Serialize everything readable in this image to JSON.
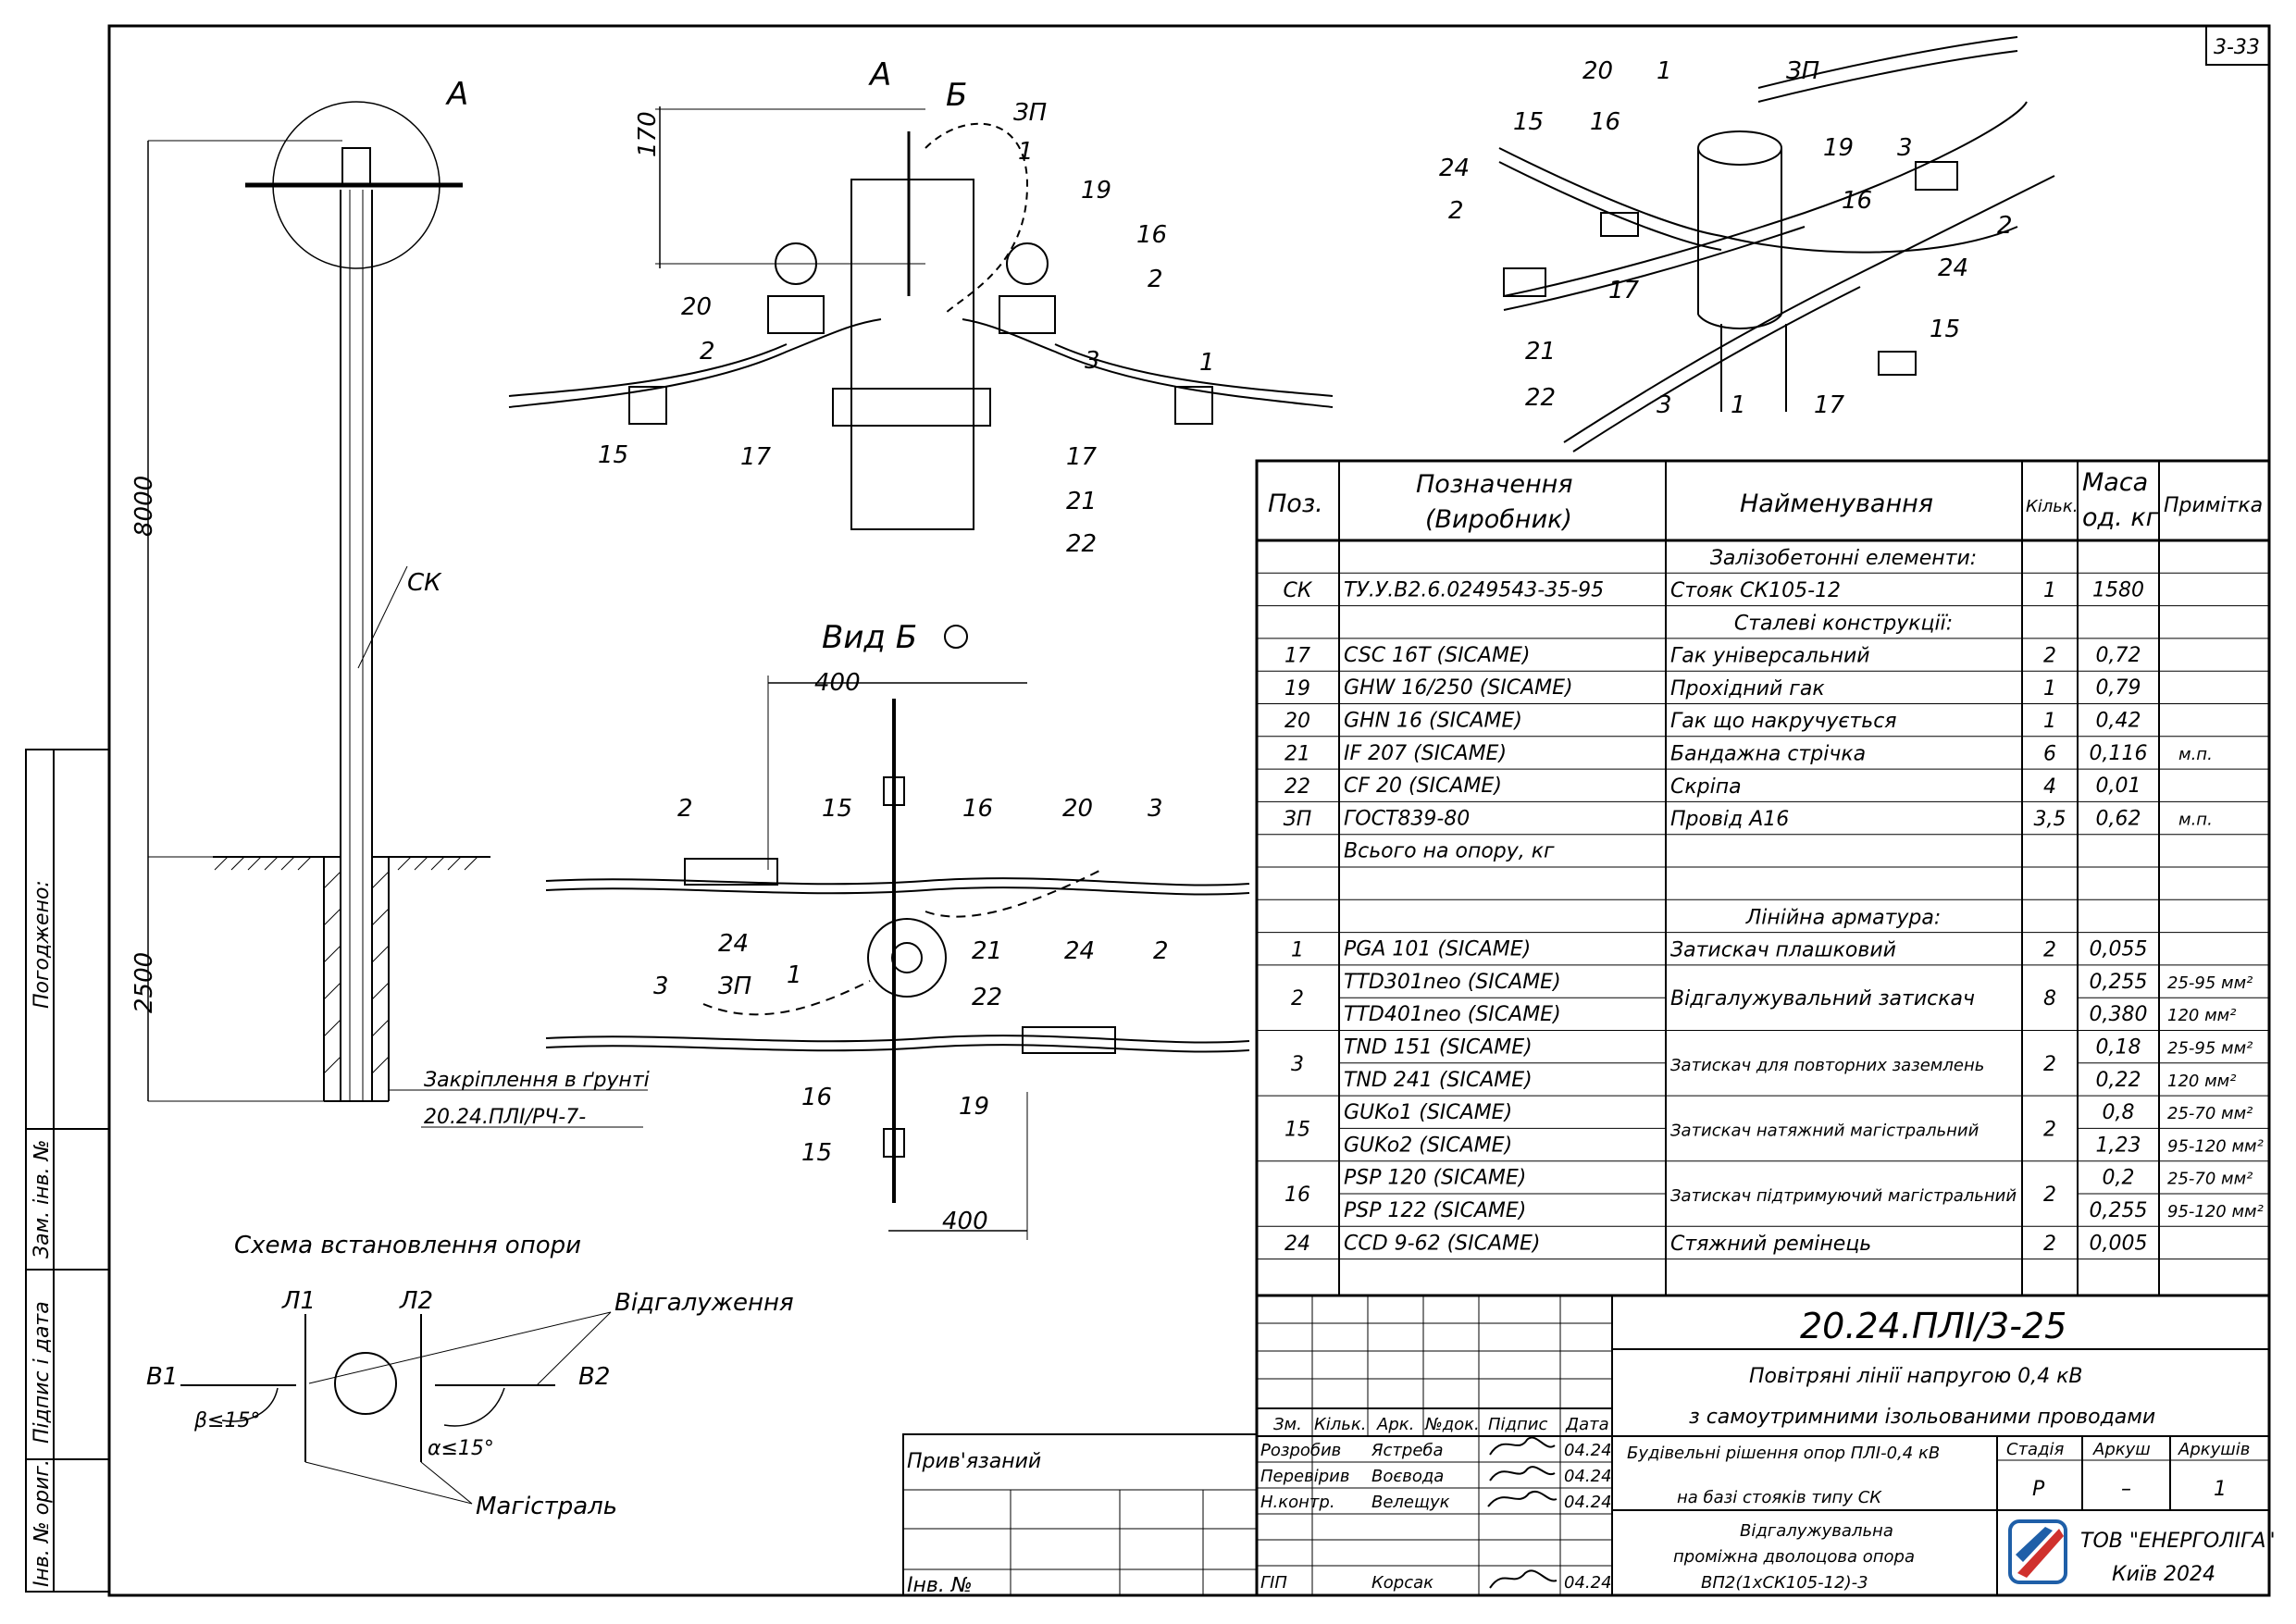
{
  "sheet_code": "3-33",
  "drawing_number": "20.24.ПЛІ/3-25",
  "title_line1": "Повітряні лінії напругою 0,4 кВ",
  "title_line2": "з самоутримними ізольованими проводами",
  "section_line1": "Будівельні рішення опор ПЛІ-0,4 кВ",
  "section_line2": "на базі стояків типу СК",
  "support_line1": "Відгалужувальна",
  "support_line2": "проміжна дволоцова опора",
  "support_line3": "ВП2(1хСК105-12)-3",
  "company": "ТОВ \"ЕНЕРГОЛІГА\"",
  "city_year": "Київ 2024",
  "stage_label": "Стадія",
  "sheet_label": "Аркуш",
  "sheets_label": "Аркушів",
  "stage_value": "Р",
  "sheet_value": "–",
  "sheets_value": "1",
  "stamp_headers": [
    "Зм.",
    "Кільк.",
    "Арк.",
    "№док.",
    "Підпис",
    "Дата"
  ],
  "signers": [
    {
      "role": "Розробив",
      "name": "Ястреба",
      "date": "04.24"
    },
    {
      "role": "Перевірив",
      "name": "Воєвода",
      "date": "04.24"
    },
    {
      "role": "Н.контр.",
      "name": "Велещук",
      "date": "04.24"
    },
    {
      "role": "ГІП",
      "name": "Корсак",
      "date": "04.24"
    }
  ],
  "bound_label": "Прив'язаний",
  "inv_label": "Інв. №",
  "side_labels": {
    "agreed": "Погоджено:",
    "replaced_inv": "Зам. інв. №",
    "sign_date": "Підпис і дата",
    "orig_inv": "Інв. № ориг."
  },
  "views": {
    "pole_mark_a": "А",
    "height_top": "8000",
    "height_ground": "2500",
    "pole_label": "СК",
    "anchoring_line1": "Закріплення в ґрунті",
    "anchoring_line2": "20.24.ПЛІ/РЧ-7-",
    "view_a": "А",
    "view_b_arrow": "Б",
    "dim_170": "170",
    "view_b_title": "Вид Б",
    "dim_400_top": "400",
    "dim_400_bottom": "400",
    "scheme_title": "Схема встановлення опори",
    "l1": "Л1",
    "l2": "Л2",
    "b1": "В1",
    "b2": "В2",
    "branching": "Відгалуження",
    "main_line": "Магістраль",
    "beta": "β≤15°",
    "alpha": "α≤15°"
  },
  "callouts": {
    "front": [
      "ЗП",
      "1",
      "19",
      "16",
      "2",
      "20",
      "2",
      "3",
      "1",
      "15",
      "17",
      "17",
      "21",
      "22"
    ],
    "iso": [
      "20",
      "1",
      "ЗП",
      "15",
      "16",
      "19",
      "3",
      "24",
      "2",
      "2",
      "16",
      "17",
      "24",
      "21",
      "22",
      "3",
      "1",
      "17",
      "15"
    ],
    "plan": [
      "2",
      "15",
      "16",
      "20",
      "3",
      "24",
      "1",
      "ЗП",
      "3",
      "21",
      "22",
      "24",
      "2",
      "16",
      "19",
      "15"
    ]
  },
  "table": {
    "headers": {
      "pos": "Поз.",
      "designation_1": "Позначення",
      "designation_2": "(Виробник)",
      "name": "Найменування",
      "qty": "Кільк.",
      "mass_1": "Маса",
      "mass_2": "од. кг",
      "note": "Примітка"
    },
    "rows": [
      {
        "type": "section",
        "name": "Залізобетонні елементи:"
      },
      {
        "pos": "СК",
        "des": "ТУ.У.В2.6.0249543-35-95",
        "name": "Стояк СК105-12",
        "qty": "1",
        "mass": "1580",
        "note": ""
      },
      {
        "type": "section",
        "name": "Сталеві конструкції:"
      },
      {
        "pos": "17",
        "des": "CSC 16T   (SICAME)",
        "name": "Гак універсальний",
        "qty": "2",
        "mass": "0,72",
        "note": ""
      },
      {
        "pos": "19",
        "des": "GHW 16/250   (SICAME)",
        "name": "Прохідний гак",
        "qty": "1",
        "mass": "0,79",
        "note": ""
      },
      {
        "pos": "20",
        "des": "GHN 16   (SICAME)",
        "name": "Гак що накручується",
        "qty": "1",
        "mass": "0,42",
        "note": ""
      },
      {
        "pos": "21",
        "des": "IF 207   (SICAME)",
        "name": "Бандажна стрічка",
        "qty": "6",
        "mass": "0,116",
        "note": "м.п."
      },
      {
        "pos": "22",
        "des": "CF 20   (SICAME)",
        "name": "Скріпа",
        "qty": "4",
        "mass": "0,01",
        "note": ""
      },
      {
        "pos": "ЗП",
        "des": "ГОСТ839-80",
        "name": "Провід А16",
        "qty": "3,5",
        "mass": "0,62",
        "note": "м.п."
      },
      {
        "pos": "",
        "des": "Всього на опору, кг",
        "name": "",
        "qty": "",
        "mass": "",
        "note": ""
      },
      {
        "type": "blank"
      },
      {
        "type": "section",
        "name": "Лінійна арматура:"
      },
      {
        "pos": "1",
        "des": "PGA 101   (SICAME)",
        "name": "Затискач плашковий",
        "qty": "2",
        "mass": "0,055",
        "note": ""
      },
      {
        "pos": "2",
        "des": "TTD301neo   (SICAME)",
        "des2": "TTD401neo   (SICAME)",
        "name": "Відгалужувальний затискач",
        "qty": "8",
        "mass": "0,255",
        "mass2": "0,380",
        "note": "25-95 мм²",
        "note2": "120 мм²"
      },
      {
        "pos": "3",
        "des": "TND 151   (SICAME)",
        "des2": "TND 241   (SICAME)",
        "name": "Затискач для повторних заземлень",
        "qty": "2",
        "mass": "0,18",
        "mass2": "0,22",
        "note": "25-95 мм²",
        "note2": "120 мм²"
      },
      {
        "pos": "15",
        "des": "GUKo1   (SICAME)",
        "des2": "GUKo2   (SICAME)",
        "name": "Затискач натяжний магістральний",
        "qty": "2",
        "mass": "0,8",
        "mass2": "1,23",
        "note": "25-70 мм²",
        "note2": "95-120 мм²"
      },
      {
        "pos": "16",
        "des": "PSP 120   (SICAME)",
        "des2": "PSP 122   (SICAME)",
        "name": "Затискач підтримуючий магістральний",
        "qty": "2",
        "mass": "0,2",
        "mass2": "0,255",
        "note": "25-70 мм²",
        "note2": "95-120 мм²"
      },
      {
        "pos": "24",
        "des": "CCD 9-62   (SICAME)",
        "name": "Стяжний ремінець",
        "qty": "2",
        "mass": "0,005",
        "note": ""
      }
    ]
  },
  "colors": {
    "logo_red": "#d0312d",
    "logo_blue": "#1f5fa8"
  }
}
